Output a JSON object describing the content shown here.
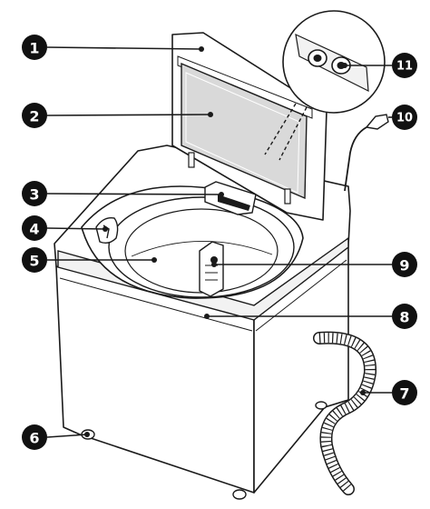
{
  "diagram": {
    "colors": {
      "line": "#1a1a1a",
      "badge": "#111111",
      "badge_text": "#ffffff",
      "glass": "#d9d9d9",
      "panel": "#f2f2f2",
      "paper": "#ffffff"
    },
    "callouts": [
      {
        "number": "1",
        "part": "lid"
      },
      {
        "number": "2",
        "part": "lid-glass"
      },
      {
        "number": "3",
        "part": "detergent-dispenser"
      },
      {
        "number": "4",
        "part": "softener-dispenser"
      },
      {
        "number": "5",
        "part": "drum"
      },
      {
        "number": "6",
        "part": "leveling-foot"
      },
      {
        "number": "7",
        "part": "drain-hose"
      },
      {
        "number": "8",
        "part": "control-panel"
      },
      {
        "number": "9",
        "part": "agitator-pulsator"
      },
      {
        "number": "10",
        "part": "power-plug"
      },
      {
        "number": "11",
        "part": "water-inlets"
      }
    ]
  }
}
